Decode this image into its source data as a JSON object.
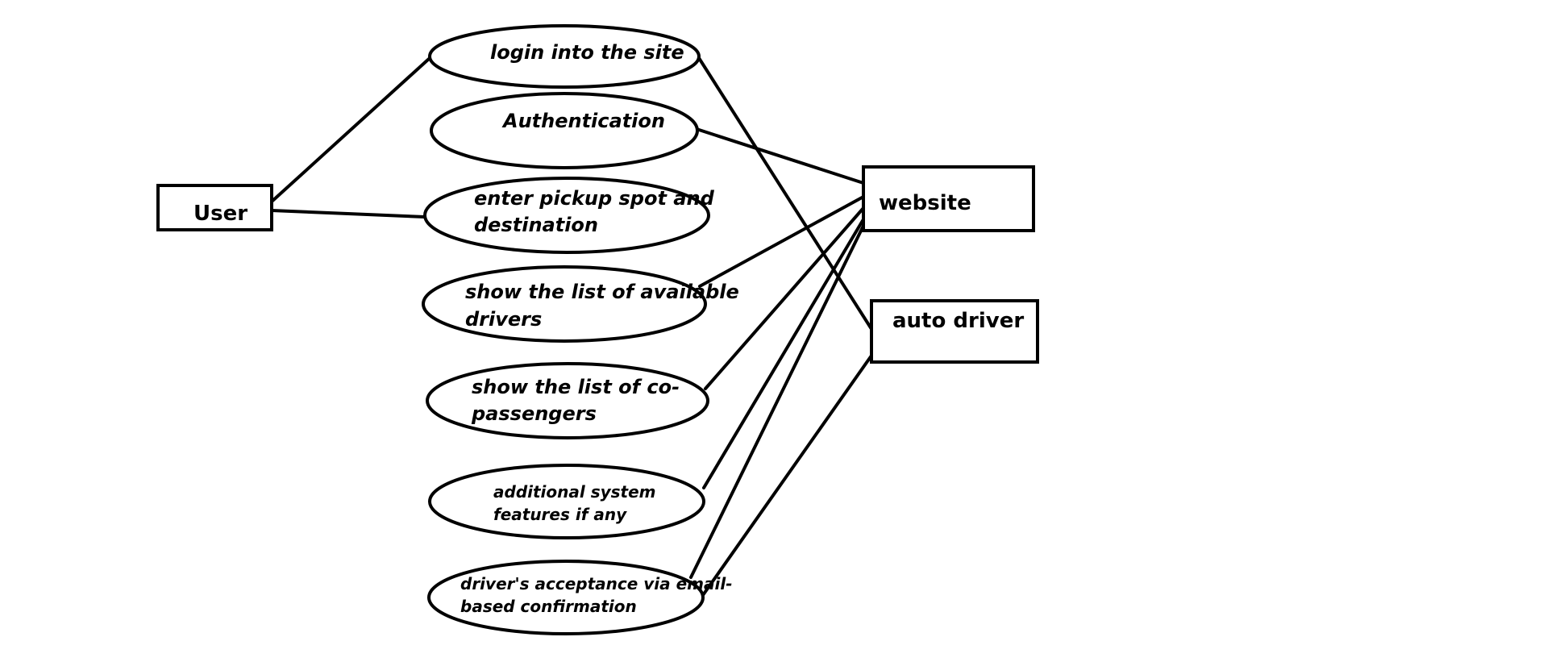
{
  "actors": {
    "user": "User",
    "website": "website",
    "auto_driver": "auto driver"
  },
  "use_cases": {
    "login": "login into the site",
    "authentication": "Authentication",
    "pickup_line1": "enter pickup spot and",
    "pickup_line2": "destination",
    "drivers_line1": "show the list of available",
    "drivers_line2": "drivers",
    "copass_line1": "show the list of co-",
    "copass_line2": "passengers",
    "additional_line1": "additional system",
    "additional_line2": "features if any",
    "acceptance_line1": "driver's acceptance via email-",
    "acceptance_line2": "based confirmation"
  },
  "colors": {
    "stroke": "#000000",
    "background": "#ffffff"
  }
}
